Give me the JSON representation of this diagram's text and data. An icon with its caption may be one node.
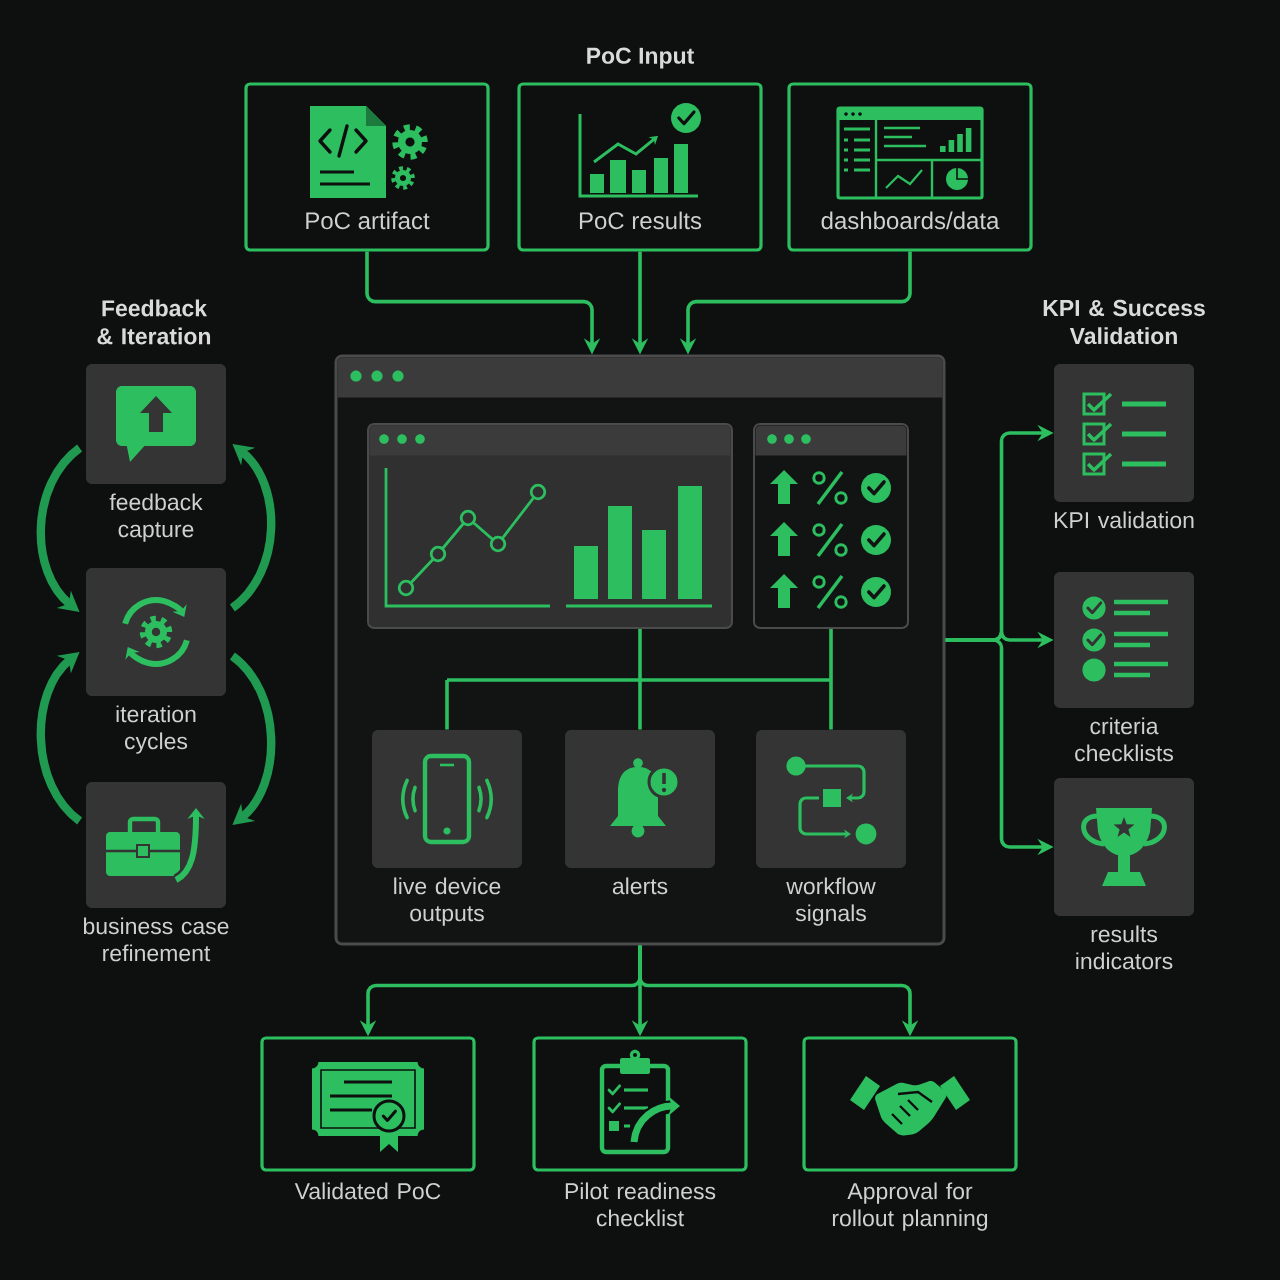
{
  "diagram": {
    "nodes": [
      {
        "text": [
          "PoC artifact"
        ]
      },
      {
        "text": [
          "PoC results"
        ]
      },
      {
        "text": [
          "dashboards/data"
        ]
      },
      {
        "text": [],
        "shape": "box"
      },
      {
        "text": [],
        "shape": "box",
        "in": 3
      },
      {
        "text": [],
        "shape": "box",
        "in": 3
      },
      {
        "text": [
          "live device outputs"
        ],
        "in": 3
      },
      {
        "text": [
          "alerts"
        ],
        "in": 3
      },
      {
        "text": [
          "workflow signals"
        ],
        "in": 3
      },
      {
        "text": [
          "feedback capture"
        ]
      },
      {
        "text": [
          "iteration cycles"
        ]
      },
      {
        "text": [
          "business case refinement"
        ]
      },
      {
        "text": [
          "KPI validation"
        ]
      },
      {
        "text": [
          "criteria checklists"
        ]
      },
      {
        "text": [
          "results indicators"
        ]
      },
      {
        "text": [
          "Validated PoC"
        ]
      },
      {
        "text": [
          "Pilot readiness checklist"
        ]
      },
      {
        "text": [
          "Approval for rollout planning"
        ]
      }
    ],
    "edges": [
      {
        "from": 0,
        "to": 3,
        "arrow": "to"
      },
      {
        "from": 1,
        "to": 3,
        "arrow": "to"
      },
      {
        "from": 2,
        "to": 3,
        "arrow": "to"
      },
      {
        "from": 4,
        "to": 6,
        "arrow": "none"
      },
      {
        "from": 4,
        "to": 7,
        "arrow": "none"
      },
      {
        "from": 4,
        "to": 8,
        "arrow": "none"
      },
      {
        "from": 5,
        "to": 6,
        "arrow": "none"
      },
      {
        "from": 5,
        "to": 7,
        "arrow": "none"
      },
      {
        "from": 5,
        "to": 8,
        "arrow": "none"
      },
      {
        "from": 9,
        "to": 10,
        "arrow": "to",
        "style": "thick",
        "color": "#1f9a50"
      },
      {
        "from": 10,
        "to": 9,
        "arrow": "to",
        "style": "thick",
        "color": "#1f9a50"
      },
      {
        "from": 11,
        "to": 10,
        "arrow": "to",
        "style": "thick",
        "color": "#1f9a50"
      },
      {
        "from": 10,
        "to": 11,
        "arrow": "to",
        "style": "thick",
        "color": "#1f9a50"
      },
      {
        "from": 3,
        "to": 12,
        "arrow": "to"
      },
      {
        "from": 3,
        "to": 13,
        "arrow": "to"
      },
      {
        "from": 3,
        "to": 14,
        "arrow": "to"
      },
      {
        "from": 3,
        "to": 15,
        "arrow": "to"
      },
      {
        "from": 3,
        "to": 16,
        "arrow": "to"
      },
      {
        "from": 3,
        "to": 17,
        "arrow": "to"
      }
    ],
    "labels": [
      "PoC Input",
      "Feedback & Iteration",
      "KPI & Success Validation"
    ]
  }
}
